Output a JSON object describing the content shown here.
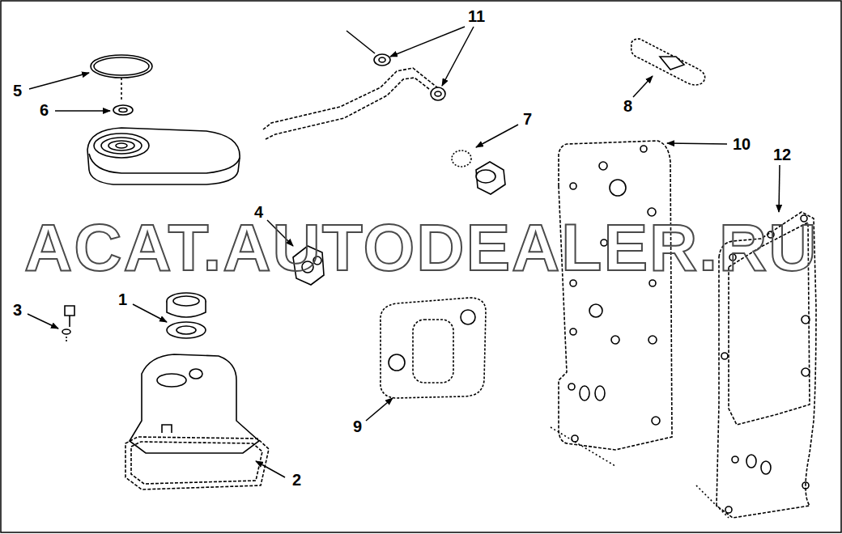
{
  "diagram": {
    "labels": [
      "11",
      "5",
      "8",
      "6",
      "7",
      "10",
      "12",
      "4",
      "3",
      "1",
      "9",
      "2",
      "ACAT.AUTODEALER.RU"
    ]
  }
}
